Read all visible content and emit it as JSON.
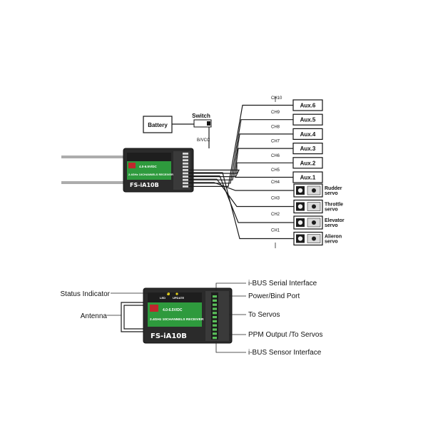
{
  "top": {
    "battery_label": "Battery",
    "switch_label": "Switch",
    "bvcc_label": "B/VCC",
    "aux_boxes": [
      {
        "label": "Aux.6",
        "channel": "CH10"
      },
      {
        "label": "Aux.5",
        "channel": "CH9"
      },
      {
        "label": "Aux.4",
        "channel": "CH8"
      },
      {
        "label": "Aux.3",
        "channel": "CH7"
      },
      {
        "label": "Aux.2",
        "channel": "CH6"
      },
      {
        "label": "Aux.1",
        "channel": "CH5"
      }
    ],
    "servos": [
      {
        "line1": "Rudder",
        "line2": "servo",
        "channel": "CH4"
      },
      {
        "line1": "Throttle",
        "line2": "servo",
        "channel": "CH3"
      },
      {
        "line1": "Elevator",
        "line2": "servo",
        "channel": "CH2"
      },
      {
        "line1": "Alieron",
        "line2": "servo",
        "channel": "CH1"
      }
    ]
  },
  "receiver": {
    "model": "FS-iA10B",
    "band": "2.4GHz 10CHANNELS RECEIVER",
    "voltage": "4.0-6.5V/DC",
    "led_label": "LED",
    "update_label": "UPDATE",
    "brand": "FS"
  },
  "bottom": {
    "left_labels": [
      "Status Indicator",
      "Antenna"
    ],
    "right_labels": [
      "i-BUS Serial Interface",
      "Power/Bind Port",
      "To Servos",
      "PPM Output /To Servos",
      "i-BUS Sensor Interface"
    ]
  }
}
